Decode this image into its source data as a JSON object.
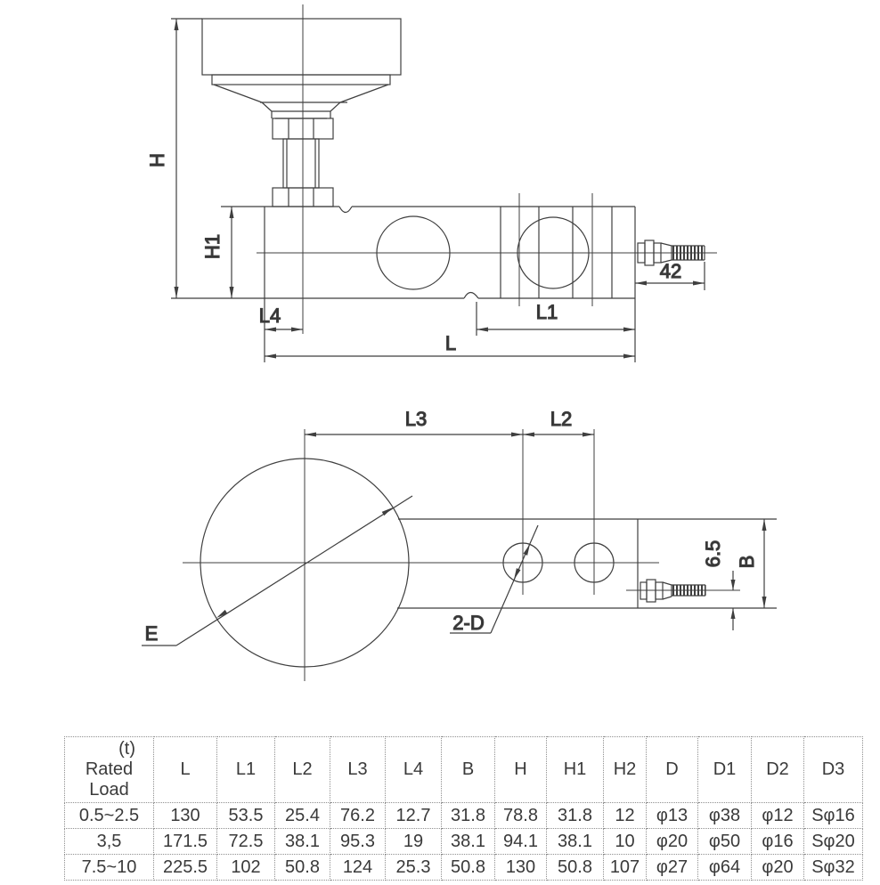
{
  "side_view": {
    "labels": {
      "height": "H",
      "body_height": "H1",
      "left_offset": "L4",
      "fixed_length": "L1",
      "total_length": "L",
      "cable_stub": "42"
    }
  },
  "top_view": {
    "labels": {
      "hole_span": "L3",
      "hole_pitch": "L2",
      "foot_diameter": "E",
      "holes": "2-D",
      "cable_offset": "6.5",
      "body_width": "B"
    }
  },
  "table": {
    "header": {
      "unit": "(t)",
      "row_label": "Rated Load",
      "columns": [
        "L",
        "L1",
        "L2",
        "L3",
        "L4",
        "B",
        "H",
        "H1",
        "H2",
        "D",
        "D1",
        "D2",
        "D3"
      ]
    },
    "rows": [
      {
        "rated_load": "0.5~2.5",
        "values": [
          "130",
          "53.5",
          "25.4",
          "76.2",
          "12.7",
          "31.8",
          "78.8",
          "31.8",
          "12",
          "φ13",
          "φ38",
          "φ12",
          "Sφ16"
        ]
      },
      {
        "rated_load": "3,5",
        "values": [
          "171.5",
          "72.5",
          "38.1",
          "95.3",
          "19",
          "38.1",
          "94.1",
          "38.1",
          "10",
          "φ20",
          "φ50",
          "φ16",
          "Sφ20"
        ]
      },
      {
        "rated_load": "7.5~10",
        "values": [
          "225.5",
          "102",
          "50.8",
          "124",
          "25.3",
          "50.8",
          "130",
          "50.8",
          "107",
          "φ27",
          "φ64",
          "φ20",
          "Sφ32"
        ]
      }
    ]
  },
  "colors": {
    "line": "#3f3f3f",
    "text": "#2f2f2f",
    "table_border": "#8f8f8f"
  }
}
